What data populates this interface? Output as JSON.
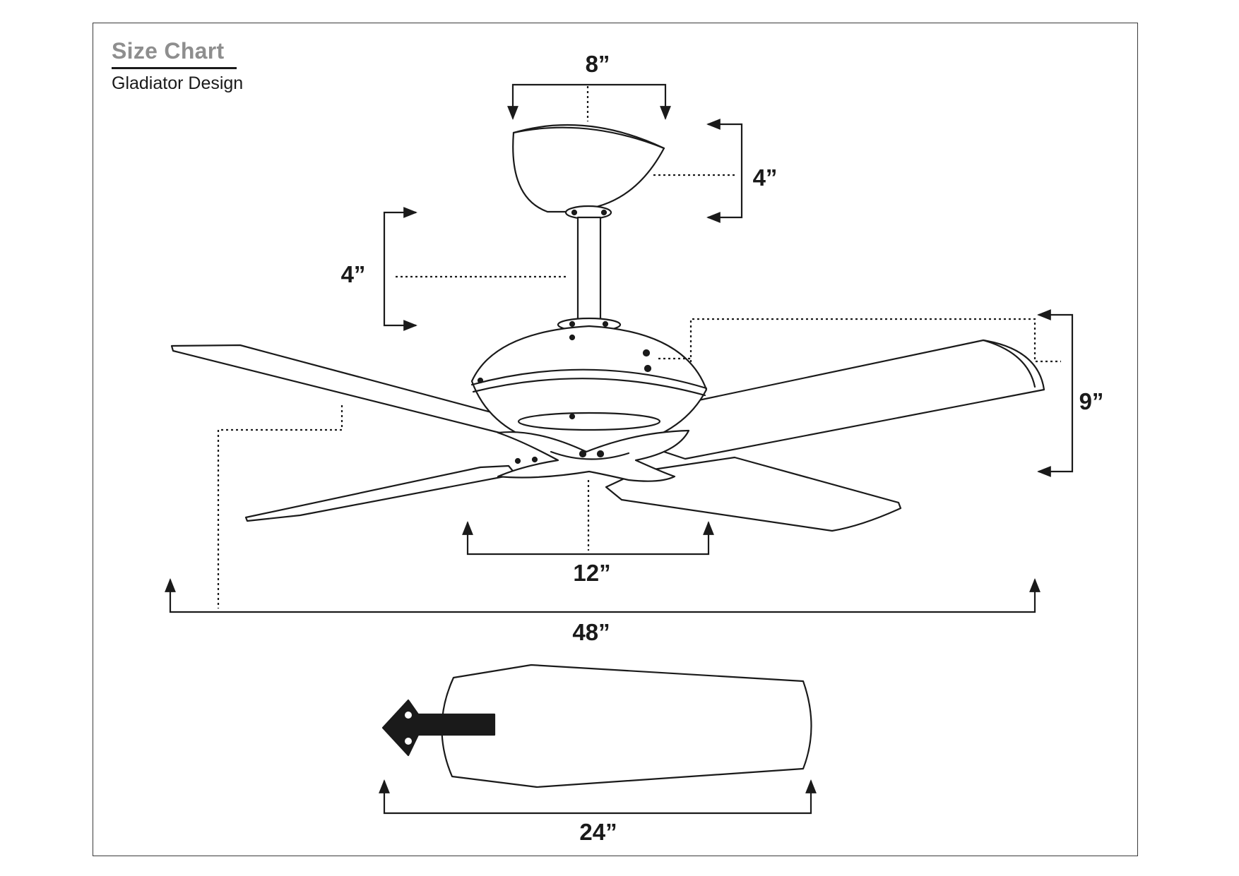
{
  "header": {
    "title": "Size Chart",
    "subtitle": "Gladiator Design"
  },
  "dimensions": {
    "canopy_width": "8”",
    "canopy_height": "4”",
    "downrod_length": "4”",
    "fan_height": "9”",
    "motor_width": "12”",
    "blade_span": "48”",
    "blade_length": "24”"
  },
  "colors": {
    "line": "#1a1a1a",
    "title": "#8e8e8e"
  }
}
